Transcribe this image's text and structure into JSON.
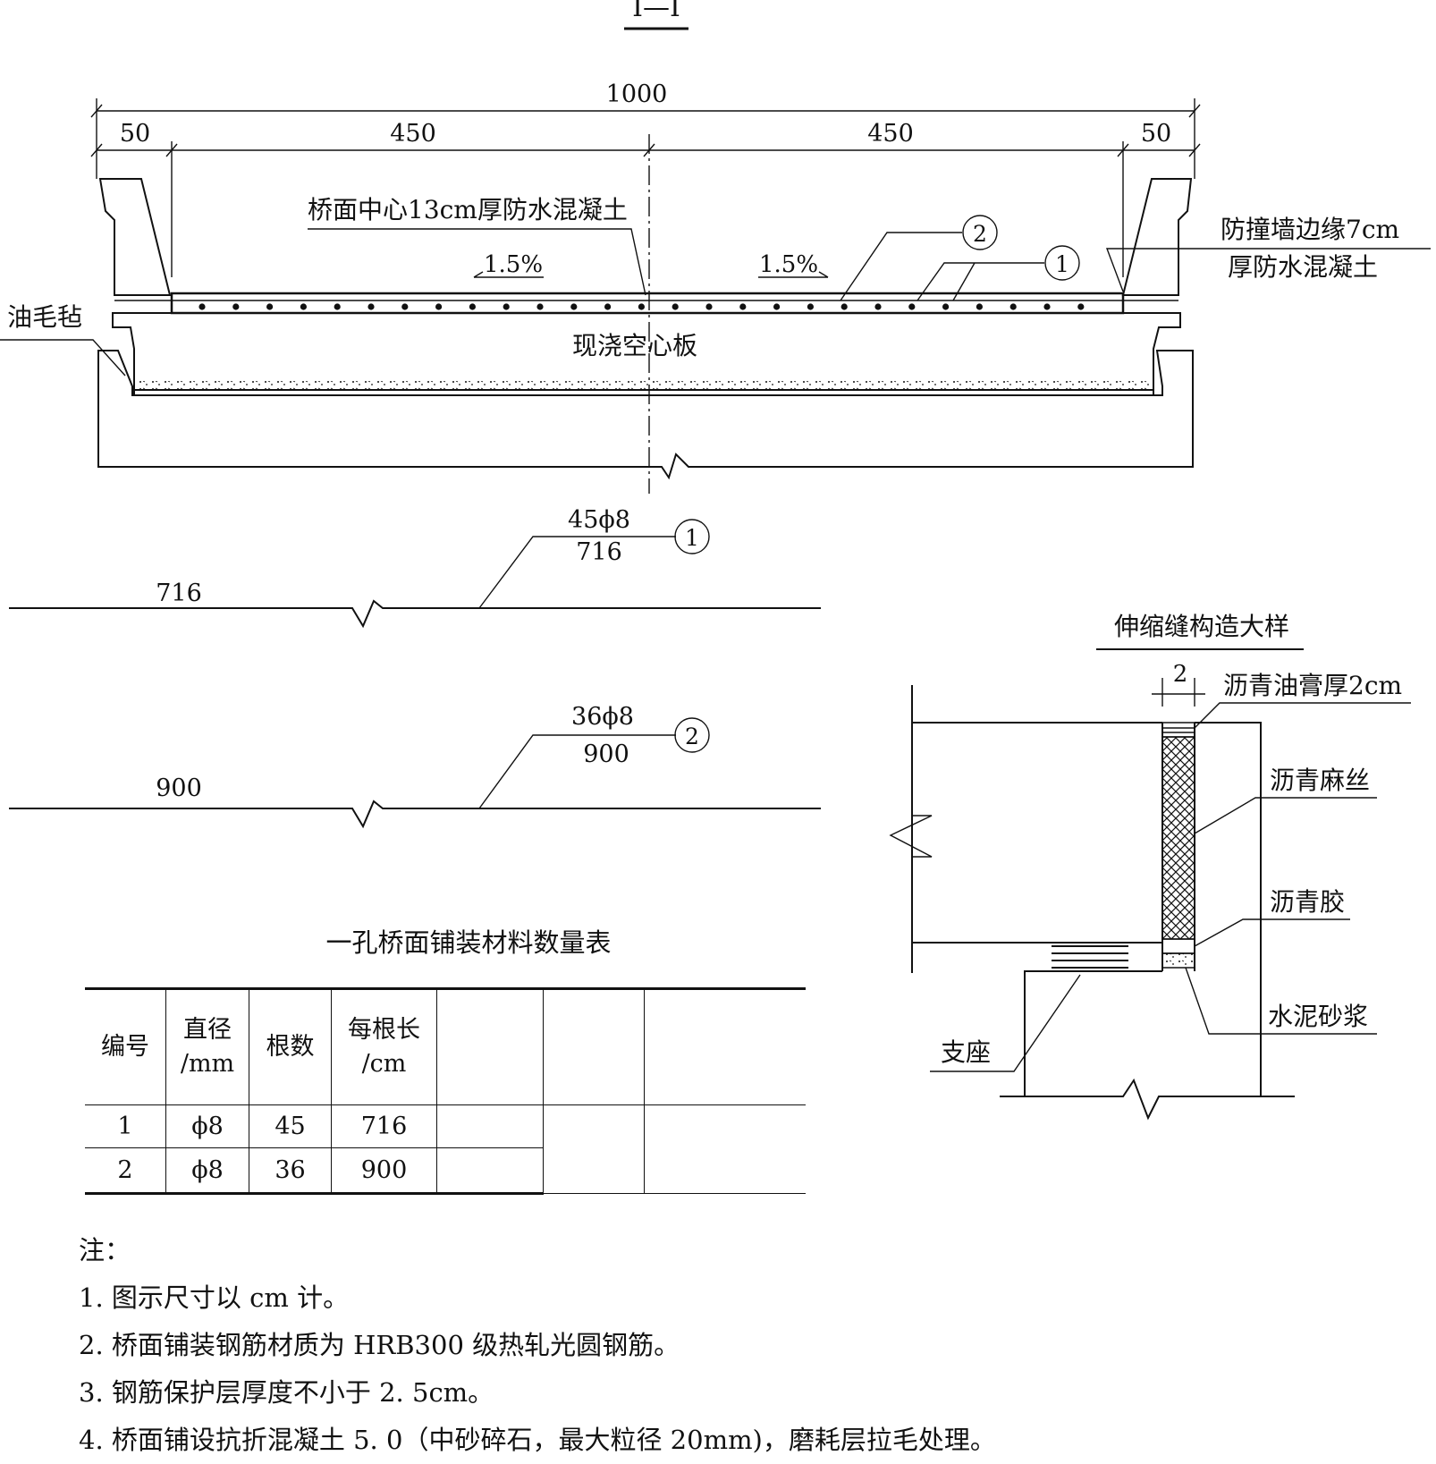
{
  "section_title": "Ⅰ—Ⅰ",
  "dimensions": {
    "total": "1000",
    "left_edge": "50",
    "left_span": "450",
    "right_span": "450",
    "right_edge": "50"
  },
  "labels": {
    "center_note": "桥面中心13cm厚防水混凝土",
    "edge_note_line1": "防撞墙边缘7cm",
    "edge_note_line2": "厚防水混凝土",
    "slope_left": "1.5%",
    "slope_right": "1.5%",
    "felt": "油毛毡",
    "slab": "现浇空心板",
    "marker_1": "1",
    "marker_2": "2"
  },
  "rebars": [
    {
      "spec": "45ϕ8",
      "length_label": "716",
      "line_label": "716",
      "marker": "1"
    },
    {
      "spec": "36ϕ8",
      "length_label": "900",
      "line_label": "900",
      "marker": "2"
    }
  ],
  "joint_detail": {
    "title": "伸缩缝构造大样",
    "gap": "2",
    "asphalt_paste": "沥青油膏厚2cm",
    "asphalt_hemp": "沥青麻丝",
    "asphalt_glue": "沥青胶",
    "cement_mortar": "水泥砂浆",
    "bearing": "支座"
  },
  "table": {
    "title": "一孔桥面铺装材料数量表",
    "headers": {
      "no": "编号",
      "dia_1": "直径",
      "dia_2": "/mm",
      "count": "根数",
      "len_1": "每根长",
      "len_2": "/cm"
    },
    "rows": [
      {
        "no": "1",
        "dia": "ϕ8",
        "count": "45",
        "len": "716"
      },
      {
        "no": "2",
        "dia": "ϕ8",
        "count": "36",
        "len": "900"
      }
    ]
  },
  "notes": {
    "heading": "注：",
    "items": [
      "1. 图示尺寸以 cm 计。",
      "2. 桥面铺装钢筋材质为 HRB300 级热轧光圆钢筋。",
      "3. 钢筋保护层厚度不小于 2. 5cm。",
      "4. 桥面铺设抗折混凝土 5. 0（中砂碎石，最大粒径 20mm)，磨耗层拉毛处理。"
    ]
  }
}
